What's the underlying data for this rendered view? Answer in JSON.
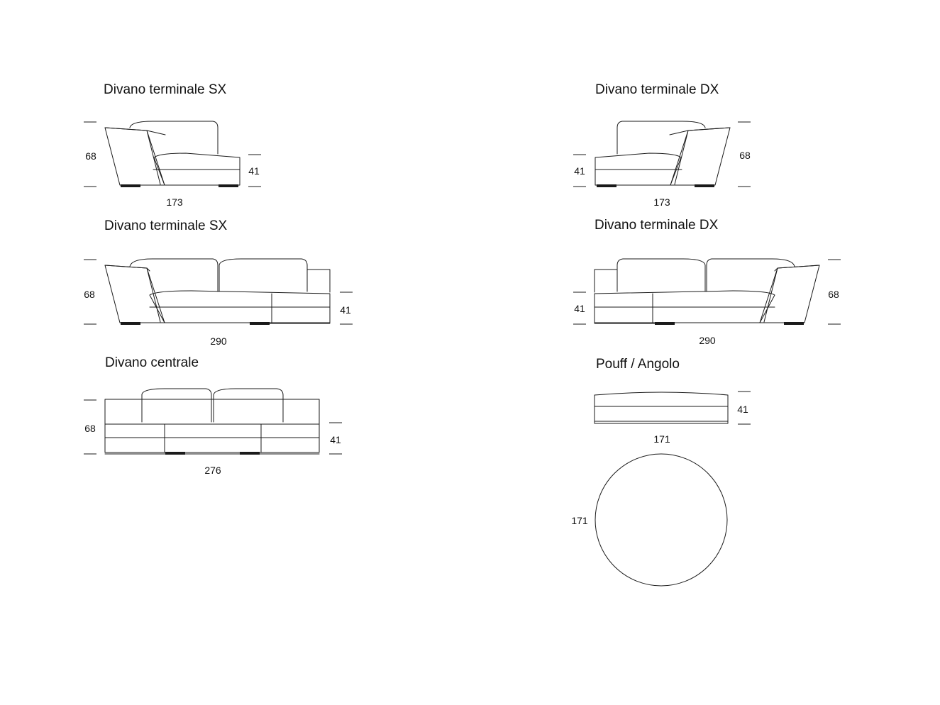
{
  "colors": {
    "line": "#1a1a1a",
    "text": "#111111",
    "background": "#ffffff"
  },
  "modules": {
    "sx_short": {
      "title": "Divano terminale SX",
      "height": "68",
      "seat_height": "41",
      "width": "173"
    },
    "dx_short": {
      "title": "Divano terminale DX",
      "height": "68",
      "seat_height": "41",
      "width": "173"
    },
    "sx_long": {
      "title": "Divano terminale SX",
      "height": "68",
      "seat_height": "41",
      "width": "290"
    },
    "dx_long": {
      "title": "Divano terminale DX",
      "height": "68",
      "seat_height": "41",
      "width": "290"
    },
    "central": {
      "title": "Divano centrale",
      "height": "68",
      "seat_height": "41",
      "width": "276"
    },
    "pouff": {
      "title": "Pouff / Angolo",
      "seat_height": "41",
      "width": "171",
      "depth": "171"
    }
  }
}
